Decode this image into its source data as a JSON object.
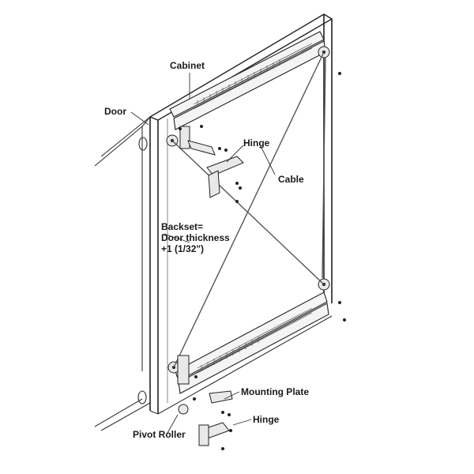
{
  "labels": {
    "cabinet": "Cabinet",
    "door": "Door",
    "hinge_top": "Hinge",
    "cable": "Cable",
    "backset": "Backset=\nDoor thickness\n+1 (1/32\")",
    "mounting_plate": "Mounting Plate",
    "hinge_bottom": "Hinge",
    "pivot_roller": "Pivot Roller"
  },
  "colors": {
    "line": "#222222",
    "background": "#ffffff"
  }
}
